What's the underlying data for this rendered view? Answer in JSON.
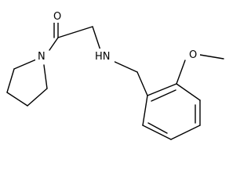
{
  "molecule": {
    "atoms": {
      "oxygen_carbonyl": "O",
      "nitrogen_amide": "N",
      "nitrogen_amine": "HN",
      "oxygen_methoxy": "O"
    }
  }
}
